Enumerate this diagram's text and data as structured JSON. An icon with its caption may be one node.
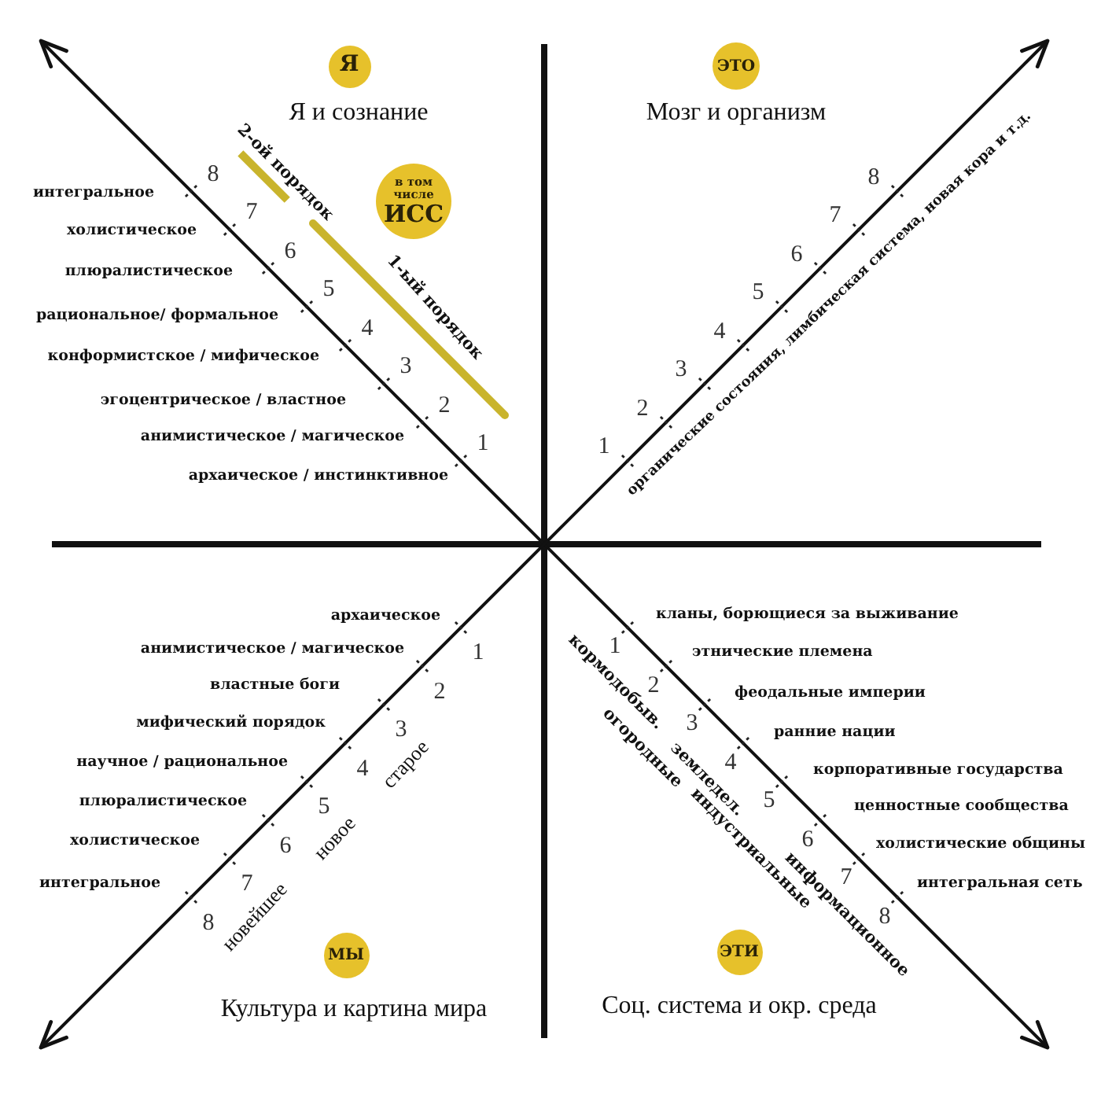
{
  "diagram": {
    "nodes": [
      {
        "text": [
          "Я"
        ],
        "beside": [
          "Я и сознание"
        ]
      },
      {
        "text": [
          "ЭТО"
        ],
        "beside": [
          "Мозг и организм"
        ]
      },
      {
        "text": [
          "в том числе",
          "ИСС"
        ]
      },
      {
        "text": [
          "МЫ"
        ],
        "beside": [
          "Культура и картина мира"
        ]
      },
      {
        "text": [
          "ЭТИ"
        ],
        "beside": [
          "Соц. система и окр. среда"
        ]
      }
    ],
    "labels": [
      "2-ой порядок",
      "1-ый порядок",
      "интегральное",
      "холистическое",
      "плюралистическое",
      "рациональное/ формальное",
      "конформистское / мифическое",
      "эгоцентрическое / властное",
      "анимистическое / магическое",
      "архаическое / инстинктивное",
      "8",
      "7",
      "6",
      "5",
      "4",
      "3",
      "2",
      "1",
      "8",
      "7",
      "6",
      "5",
      "4",
      "3",
      "2",
      "1",
      "органические состояния, лимбическая система, новая кора и т.д.",
      "архаическое",
      "анимистическое / магическое",
      "властные боги",
      "мифический порядок",
      "научное / рациональное",
      "плюралистическое",
      "холистическое",
      "интегральное",
      "1",
      "2",
      "3",
      "4",
      "5",
      "6",
      "7",
      "8",
      "старое",
      "новое",
      "новейшее",
      "кланы, борющиеся за выживание",
      "этнические племена",
      "феодальные империи",
      "ранние нации",
      "корпоративные государства",
      "ценностные сообщества",
      "холистические общины",
      "интегральная сеть",
      "1",
      "2",
      "3",
      "4",
      "5",
      "6",
      "7",
      "8",
      "кормодобыв.",
      "огородные",
      "земледел.",
      "индустриальные",
      "информационное"
    ]
  }
}
